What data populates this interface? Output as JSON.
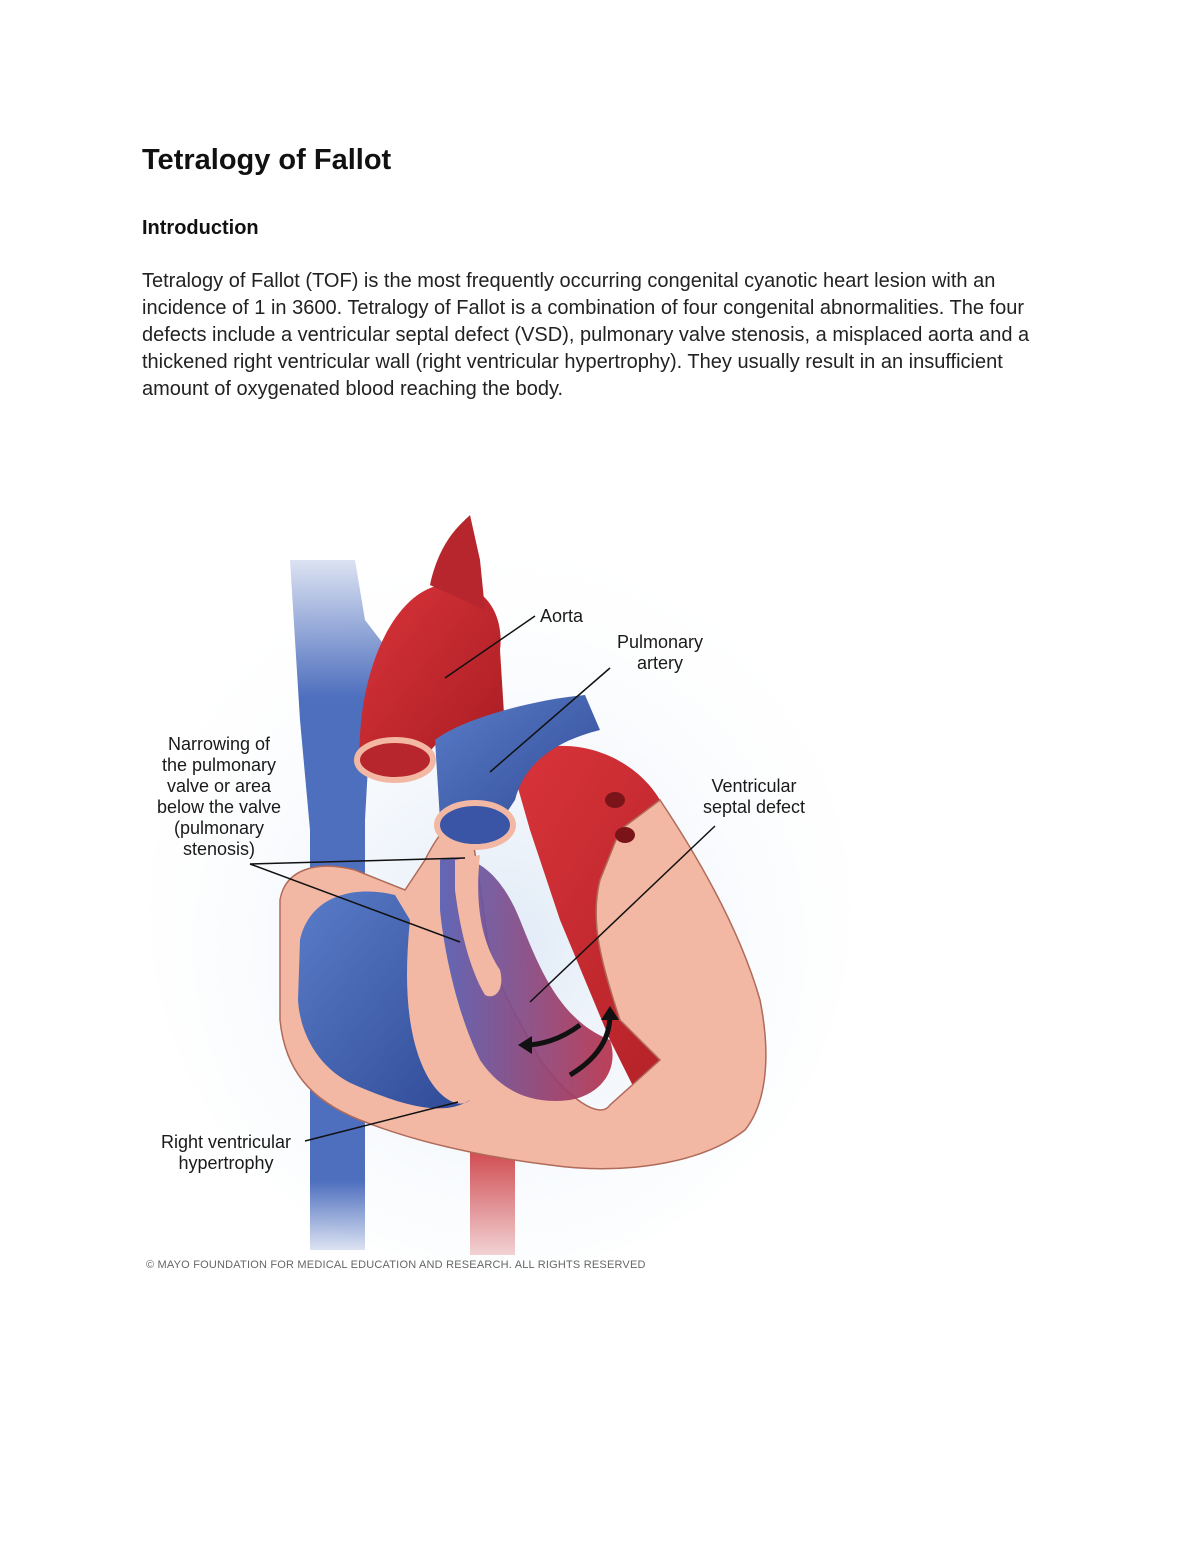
{
  "document": {
    "title": "Tetralogy of Fallot",
    "section_heading": "Introduction",
    "paragraph": "Tetralogy of Fallot (TOF) is the most frequently occurring congenital cyanotic heart lesion with an incidence of 1 in 3600. Tetralogy of Fallot is a combination of four congenital abnormalities. The four defects include a ventricular septal defect (VSD), pulmonary valve stenosis, a misplaced aorta and a thickened right ventricular wall (right ventricular hypertrophy). They usually result in an insufficient amount of oxygenated blood reaching the body."
  },
  "figure": {
    "labels": {
      "aorta": "Aorta",
      "pulmonary_artery": "Pulmonary\nartery",
      "pulmonary_stenosis": "Narrowing of\nthe pulmonary\nvalve or area\nbelow the valve\n(pulmonary\nstenosis)",
      "vsd": "Ventricular\nseptal defect",
      "rvh": "Right ventricular\nhypertrophy"
    },
    "copyright": "© MAYO FOUNDATION FOR MEDICAL EDUCATION AND RESEARCH. ALL RIGHTS RESERVED",
    "colors": {
      "oxygenated": "#c8252a",
      "deoxygenated": "#3f5fb0",
      "myocardium": "#f3b8a4",
      "background_glow": "#dbe7f5"
    }
  }
}
